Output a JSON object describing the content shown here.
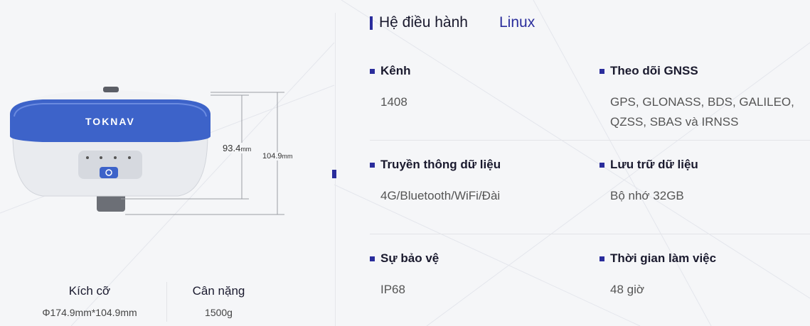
{
  "device": {
    "brand": "TOKNAV",
    "height_dim": "93.4",
    "height_unit": "mm",
    "total_dim": "104.9",
    "total_unit": "mm"
  },
  "left_specs": {
    "size_title": "Kích cỡ",
    "size_value": "Φ174.9mm*104.9mm",
    "weight_title": "Cân nặng",
    "weight_value": "1500g"
  },
  "os": {
    "title": "Hệ điều hành",
    "value": "Linux"
  },
  "specs": [
    {
      "title": "Kênh",
      "value": "1408"
    },
    {
      "title": "Theo dõi GNSS",
      "value": "GPS, GLONASS, BDS, GALILEO,",
      "value2": "QZSS, SBAS và IRNSS"
    },
    {
      "title": "Truyền thông dữ liệu",
      "value": "4G/Bluetooth/WiFi/Đài"
    },
    {
      "title": "Lưu trữ dữ liệu",
      "value": "Bộ nhớ 32GB"
    },
    {
      "title": "Sự bảo vệ",
      "value": "IP68"
    },
    {
      "title": "Thời gian làm việc",
      "value": "48 giờ"
    }
  ],
  "colors": {
    "accent": "#2a2d9c",
    "device_blue": "#3d63c9",
    "background": "#f5f6f8"
  }
}
